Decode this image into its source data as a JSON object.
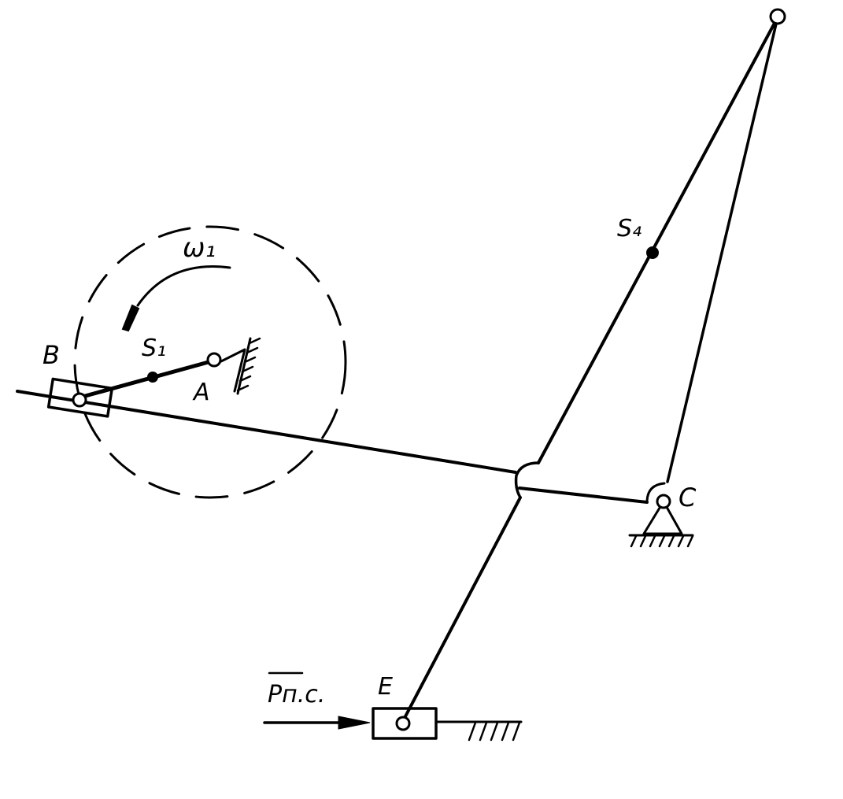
{
  "labels": {
    "omega": "ω₁",
    "s1": "S₁",
    "s4": "S₄",
    "a": "A",
    "b": "B",
    "c": "C",
    "e": "E",
    "force": "Pп.с."
  }
}
